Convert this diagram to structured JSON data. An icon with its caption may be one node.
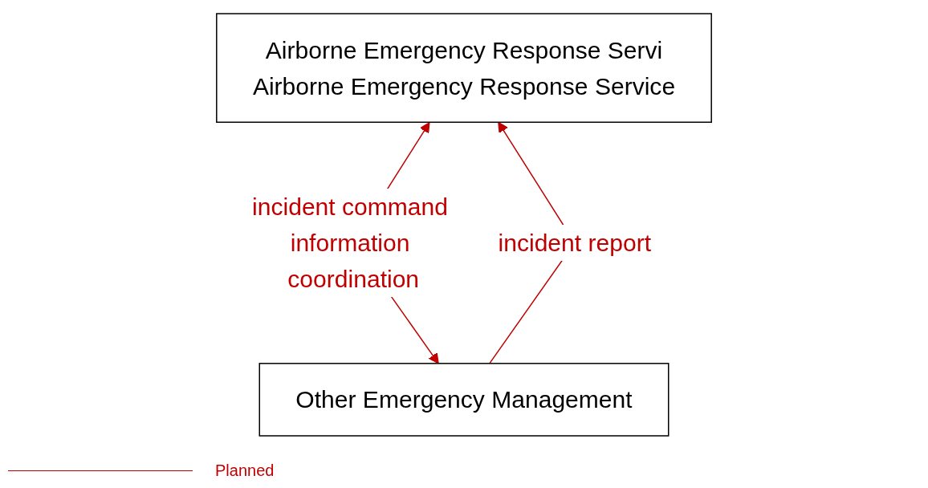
{
  "diagram": {
    "nodes": [
      {
        "text": [
          "Airborne Emergency Response Servi",
          "Airborne Emergency Response Service"
        ]
      },
      {
        "text": [
          "Other Emergency Management"
        ]
      }
    ],
    "edges": [
      {
        "from": 1,
        "to": 0,
        "arrow": "to",
        "label": "incident report"
      },
      {
        "from": 0,
        "to": 1,
        "arrow": "both",
        "label": "incident command information coordination"
      }
    ],
    "legend": [
      {
        "text": "Planned"
      }
    ]
  }
}
